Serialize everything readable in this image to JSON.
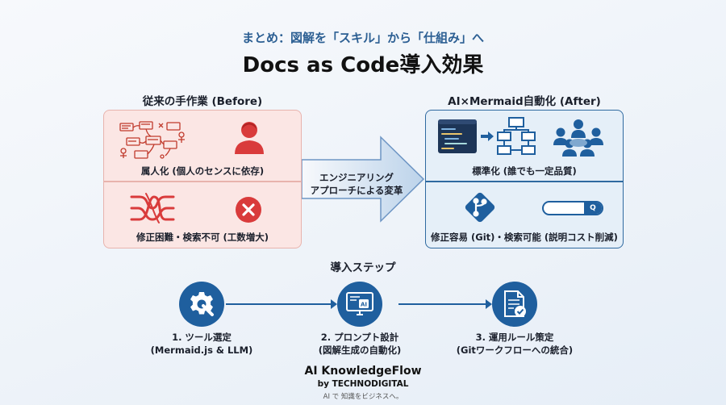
{
  "header": {
    "subtitle": "まとめ：図解を「スキル」から「仕組み」へ",
    "title": "Docs as Code導入効果"
  },
  "before": {
    "heading": "従来の手作業 (Before)",
    "top_caption": "属人化 (個人のセンスに依存)",
    "bottom_caption": "修正困難・検索不可 (工数増大)",
    "icons": [
      "hand-drawn-diagram-icon",
      "person-icon",
      "tangled-lines-icon",
      "error-icon"
    ],
    "colors": {
      "panel": "#fbe6e4",
      "border": "#e8b3ad",
      "accent": "#d93b3b"
    }
  },
  "transition": {
    "label_line1": "エンジニアリング",
    "label_line2": "アプローチによる変革"
  },
  "after": {
    "heading": "AI×Mermaid自動化 (After)",
    "top_caption": "標準化 (誰でも一定品質)",
    "bottom_caption": "修正容易 (Git)・検索可能 (説明コスト削減)",
    "icons": [
      "code-editor-icon",
      "flowchart-icon",
      "team-icon",
      "git-branch-icon",
      "search-bar-icon"
    ],
    "colors": {
      "panel": "#e5eff8",
      "border": "#2f6aa0",
      "accent": "#1f5f9e"
    }
  },
  "steps": {
    "title": "導入ステップ",
    "items": [
      {
        "line1": "1. ツール選定",
        "line2": "(Mermaid.js & LLM)",
        "icon": "gear-wrench-icon"
      },
      {
        "line1": "2. プロンプト設計",
        "line2": "(図解生成の自動化)",
        "icon": "ai-monitor-icon"
      },
      {
        "line1": "3. 運用ルール策定",
        "line2": "(Gitワークフローへの統合)",
        "icon": "document-check-icon"
      }
    ]
  },
  "footer": {
    "brand": "AI KnowledgeFlow",
    "by": "by TECHNODIGITAL",
    "tagline": "AI で 知識をビジネスへ。"
  },
  "search_bar_glyph": "Q"
}
